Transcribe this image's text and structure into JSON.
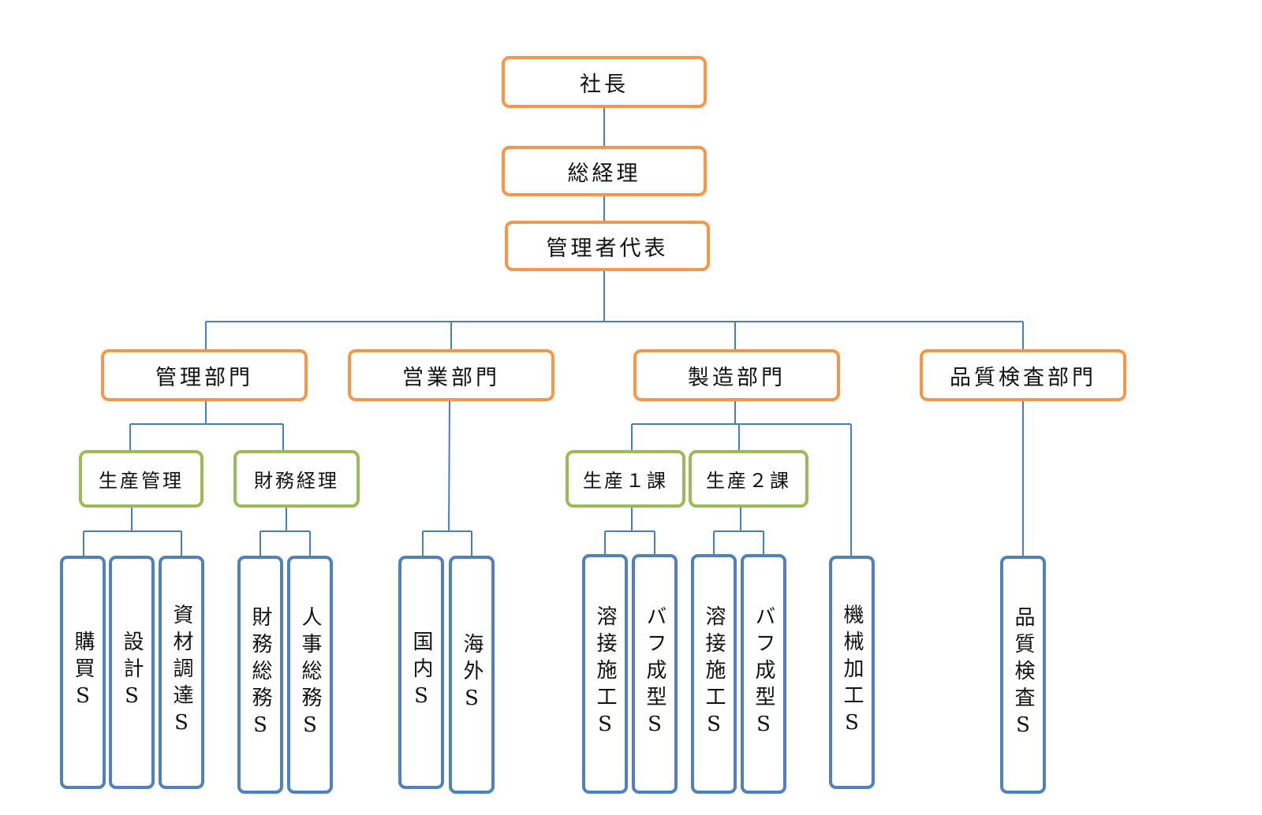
{
  "colors": {
    "executive_border": "#f79646",
    "section_border": "#9bbb59",
    "unit_border": "#4f81bd",
    "connector": "#4a7ebb"
  },
  "executives": {
    "president": "社長",
    "general_manager": "総経理",
    "management_representative": "管理者代表"
  },
  "departments": {
    "administration": "管理部門",
    "sales": "営業部門",
    "manufacturing": "製造部門",
    "quality_inspection": "品質検査部門"
  },
  "sections": {
    "production_management": "生産管理",
    "finance": "財務経理",
    "production_1": "生産１課",
    "production_2": "生産２課"
  },
  "units": {
    "purchasing": "購買S",
    "design": "設計S",
    "materials_procurement": "資材調達S",
    "financial_affairs": "財務総務S",
    "hr_affairs": "人事総務S",
    "domestic": "国内S",
    "overseas": "海外S",
    "welding_1": "溶接施工S",
    "buffing_1": "バフ成型S",
    "welding_2": "溶接施工S",
    "buffing_2": "バフ成型S",
    "machining": "機械加工S",
    "quality_inspection_unit": "品質検査S"
  }
}
